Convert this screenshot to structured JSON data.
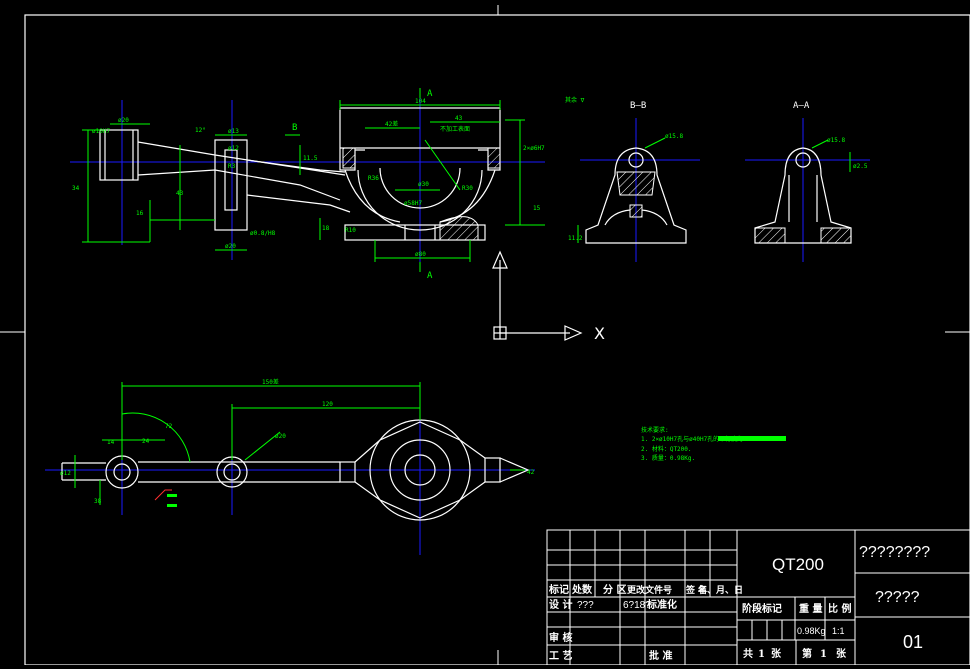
{
  "colors": {
    "background": "#000000",
    "outline": "#ffffff",
    "dimension": "#00ff00",
    "centerline": "#1a1aff",
    "marker": "#ff3030"
  },
  "sections": {
    "aa_top": "A",
    "aa_bottom": "A",
    "b_marker": "B",
    "bb_title": "B—B",
    "aa_title": "A—A",
    "surface_mark": "其余 ∇"
  },
  "dims_front": {
    "d104": "104",
    "d43": "43",
    "d42": "42差",
    "d20a": "ø20",
    "d10": "ø10H7",
    "d12": "12°",
    "d13": "ø13",
    "d12b": "ø12",
    "dr3": "R3",
    "d11_5": "11.5",
    "d2x": "2×ø6H7",
    "d30": "ø30",
    "d36": "R36",
    "dr30": "R30",
    "d58": "ø58H7",
    "dr10": "R10",
    "d15": "15",
    "d34": "34",
    "d18": "18",
    "d80": "ø80",
    "d20b": "ø20",
    "d0_8": "ø0.8/H8",
    "d43b": "43",
    "d16": "16",
    "note": "不加工表面"
  },
  "dims_sections": {
    "bb_r": "ø15.8",
    "aa_r": "ø15.8",
    "bb_h": "11.2",
    "aa_dim": "ø2.5"
  },
  "dims_top": {
    "d150": "150差",
    "d120": "120",
    "d14": "14",
    "d24": "24",
    "d72": "72",
    "d20": "ø20",
    "d38": "38",
    "dpl": "ø12",
    "d42": "42"
  },
  "notes": {
    "title": "技术要求:",
    "line1": "1. 2×ø10H7孔与ø40H7孔的平行度为0.1.",
    "line2": "2. 材料：QT200.",
    "line3": "3. 质量：0.98Kg."
  },
  "axes": {
    "x_label": "X"
  },
  "title_block": {
    "material": "QT200",
    "drawing_name": "????????",
    "company": "?????",
    "drawing_no": "01",
    "row_headers": [
      "标记",
      "处数",
      "分 区",
      "更改文件号",
      "签 名",
      "年、月、日"
    ],
    "design_label": "设 计",
    "design_name": "???",
    "design_date": "6?18?",
    "standard_label": "标准化",
    "stage_label": "阶段标记",
    "weight_label": "重 量",
    "scale_label": "比 例",
    "weight_value": "0.98Kg",
    "scale_value": "1:1",
    "review_label": "审 核",
    "process_label": "工 艺",
    "approve_label": "批 准",
    "total_label": "共",
    "total_value": "1",
    "sheets_label": "张",
    "sheet_label": "第",
    "sheet_value": "1"
  }
}
